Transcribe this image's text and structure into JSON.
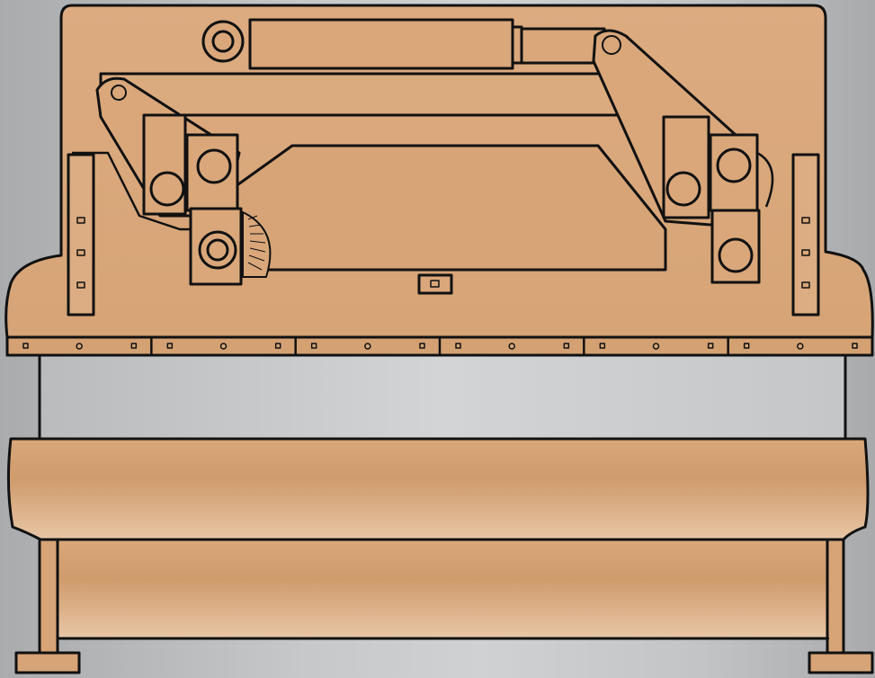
{
  "diagram": {
    "subject": "press-brake-machine",
    "colors": {
      "background_edge": "#a9abad",
      "background_center": "#cfd1d3",
      "body_light": "#e0b48e",
      "body_mid": "#d9a77a",
      "body_dark": "#c99565",
      "outline": "#111111",
      "opening": "#c4c6c8"
    },
    "upper_beam_slots": 6,
    "side_gauge_markers": 3
  }
}
